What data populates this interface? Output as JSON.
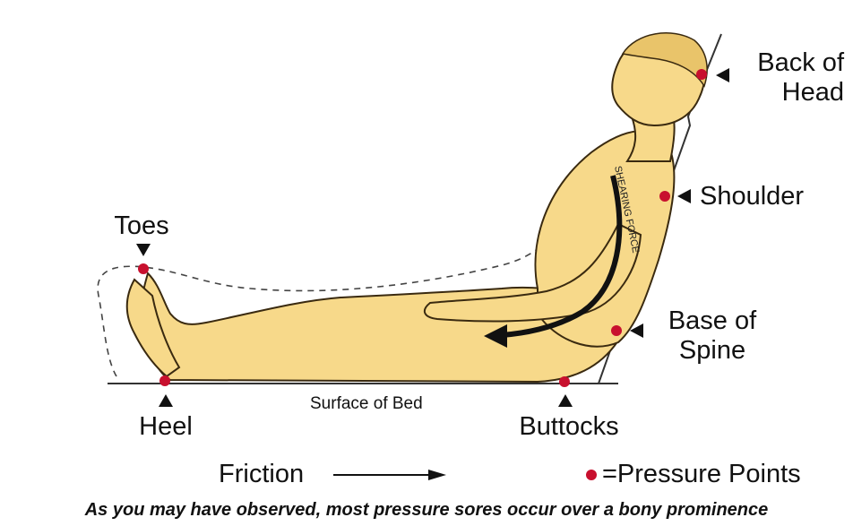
{
  "labels": {
    "back_of_head_line1": "Back of",
    "back_of_head_line2": "Head",
    "shoulder": "Shoulder",
    "base_of_spine_line1": "Base of",
    "base_of_spine_line2": "Spine",
    "toes": "Toes",
    "heel": "Heel",
    "buttocks": "Buttocks",
    "surface_of_bed": "Surface of Bed",
    "shearing_force": "SHEARING FORCE"
  },
  "legend": {
    "friction": "Friction",
    "pressure_points": "=Pressure Points"
  },
  "caption": "As you may have observed, most pressure sores occur over a bony prominence",
  "colors": {
    "skin": "#f7d98a",
    "skin_outline": "#3a2a10",
    "pressure_point": "#c8102e",
    "text": "#111111"
  }
}
